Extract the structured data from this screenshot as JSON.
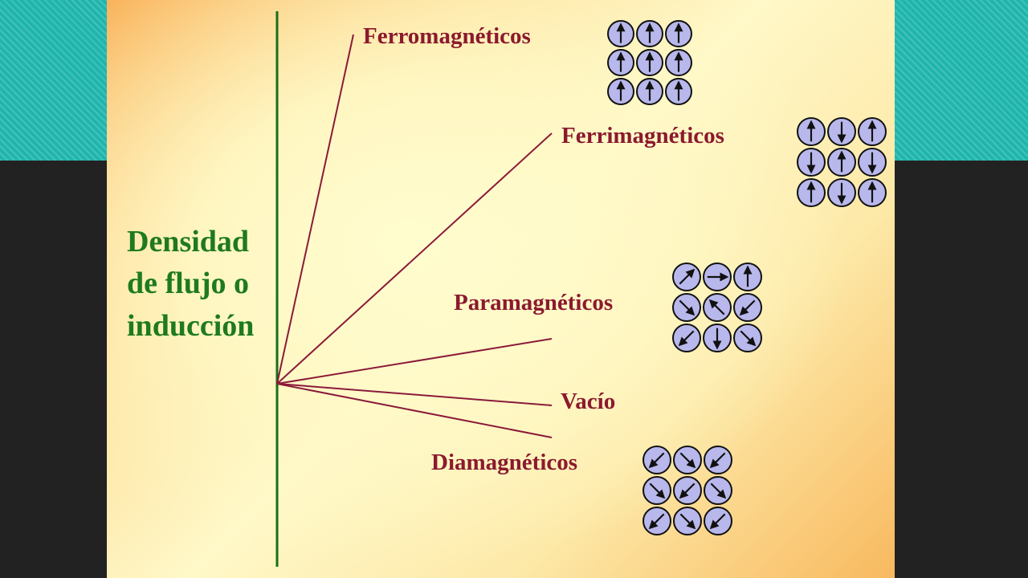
{
  "axis_label": {
    "line1": "Densidad",
    "line2": "de flujo o",
    "line3": "inducción"
  },
  "categories": {
    "ferro": "Ferromagnéticos",
    "ferri": "Ferrimagnéticos",
    "para": "Paramagnéticos",
    "vacio": "Vacío",
    "dia": "Diamagnéticos"
  },
  "colors": {
    "axis": "#1a6e1a",
    "lines": "#8b1a3a",
    "label": "#8b1a2e",
    "axis_label": "#1e7a1e",
    "circle_fill": "#b8b8ec",
    "teal": "#1fb5ad"
  },
  "dipole_grids": {
    "ferro": [
      "up",
      "up",
      "up",
      "up",
      "up",
      "up",
      "up",
      "up",
      "up"
    ],
    "ferri": [
      "up",
      "down",
      "up",
      "down",
      "up",
      "down",
      "up",
      "down",
      "up"
    ],
    "para": [
      "up-right",
      "right",
      "up",
      "down-right",
      "up-left",
      "down-left",
      "down-left",
      "down",
      "down-right"
    ],
    "dia": [
      "down-left",
      "down-right",
      "down-left",
      "down-right",
      "down-left",
      "down-right",
      "down-left",
      "down-right",
      "down-left"
    ]
  }
}
